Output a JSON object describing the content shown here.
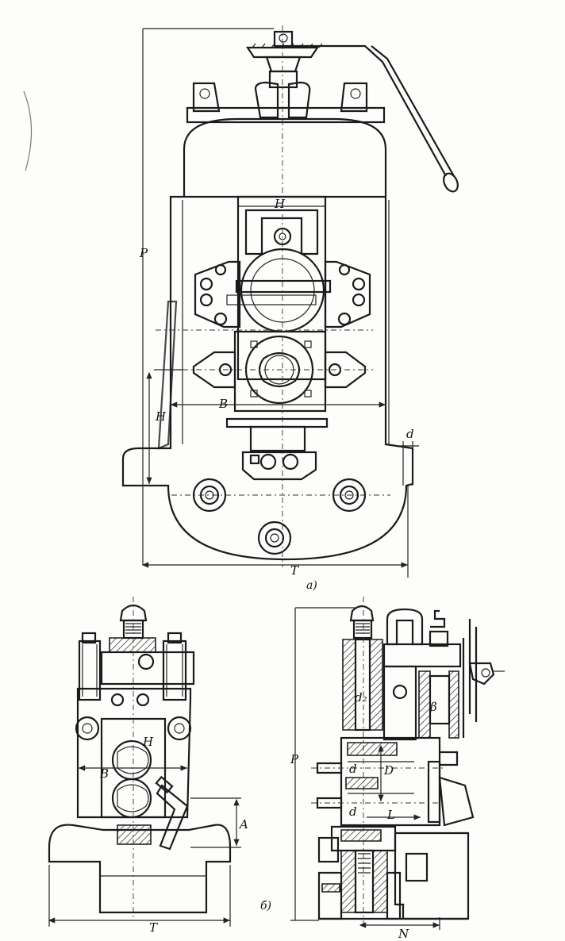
{
  "figure_a": {
    "caption": "а)",
    "labels": {
      "P": "P",
      "H_top": "H",
      "H_left": "H",
      "B": "B",
      "d": "d",
      "T": "T"
    }
  },
  "figure_b": {
    "caption": "б)",
    "labels": {
      "H": "H",
      "B": "B",
      "A": "A",
      "T": "T"
    }
  },
  "figure_c": {
    "labels": {
      "P": "P",
      "d2": "d₂",
      "beta": "β",
      "d_upper": "d",
      "D": "D",
      "d_lower": "d",
      "L": "L",
      "N": "N"
    }
  }
}
